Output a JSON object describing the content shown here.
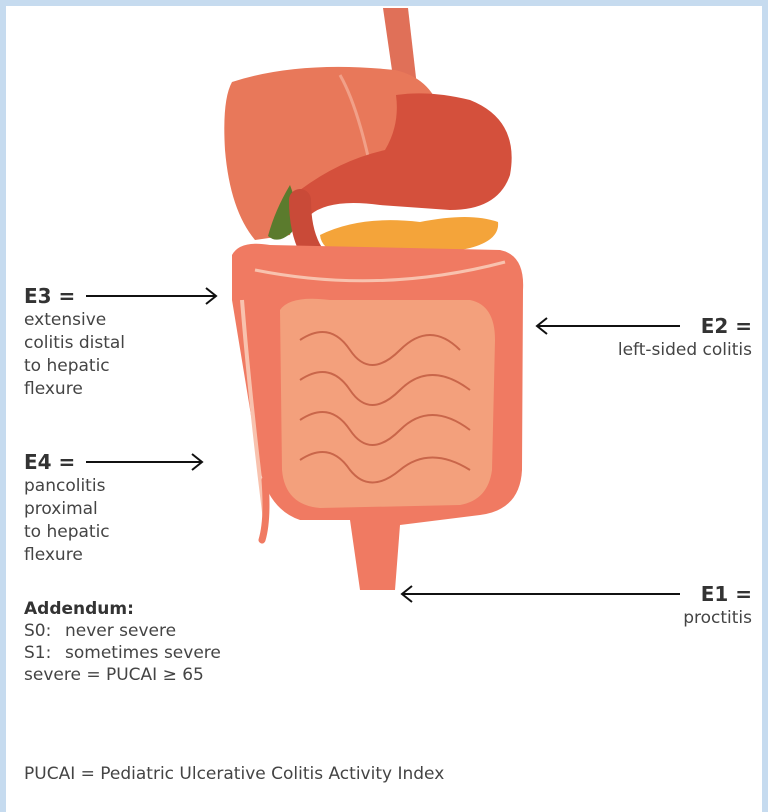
{
  "labels": {
    "e3": {
      "code": "E3 =",
      "lines": [
        "extensive",
        "colitis distal",
        "to hepatic",
        "flexure"
      ]
    },
    "e4": {
      "code": "E4 =",
      "lines": [
        "pancolitis",
        "proximal",
        "to hepatic",
        "flexure"
      ]
    },
    "e2": {
      "code": "E2 =",
      "text": "left-sided colitis"
    },
    "e1": {
      "code": "E1 =",
      "text": "proctitis"
    }
  },
  "addendum": {
    "title": "Addendum:",
    "s0_code": "S0:",
    "s0_text": "never severe",
    "s1_code": "S1:",
    "s1_text": "sometimes severe",
    "severe": "severe = PUCAI ≥ 65"
  },
  "footnote": "PUCAI = Pediatric Ulcerative Colitis Activity Index",
  "colors": {
    "liver": "#e8785a",
    "stomach": "#d9553f",
    "colon": "#f07a62",
    "small_intestine": "#f3a07c",
    "pancreas": "#f4a43a",
    "gallbladder": "#5b7b2d",
    "arrow": "#111111"
  }
}
